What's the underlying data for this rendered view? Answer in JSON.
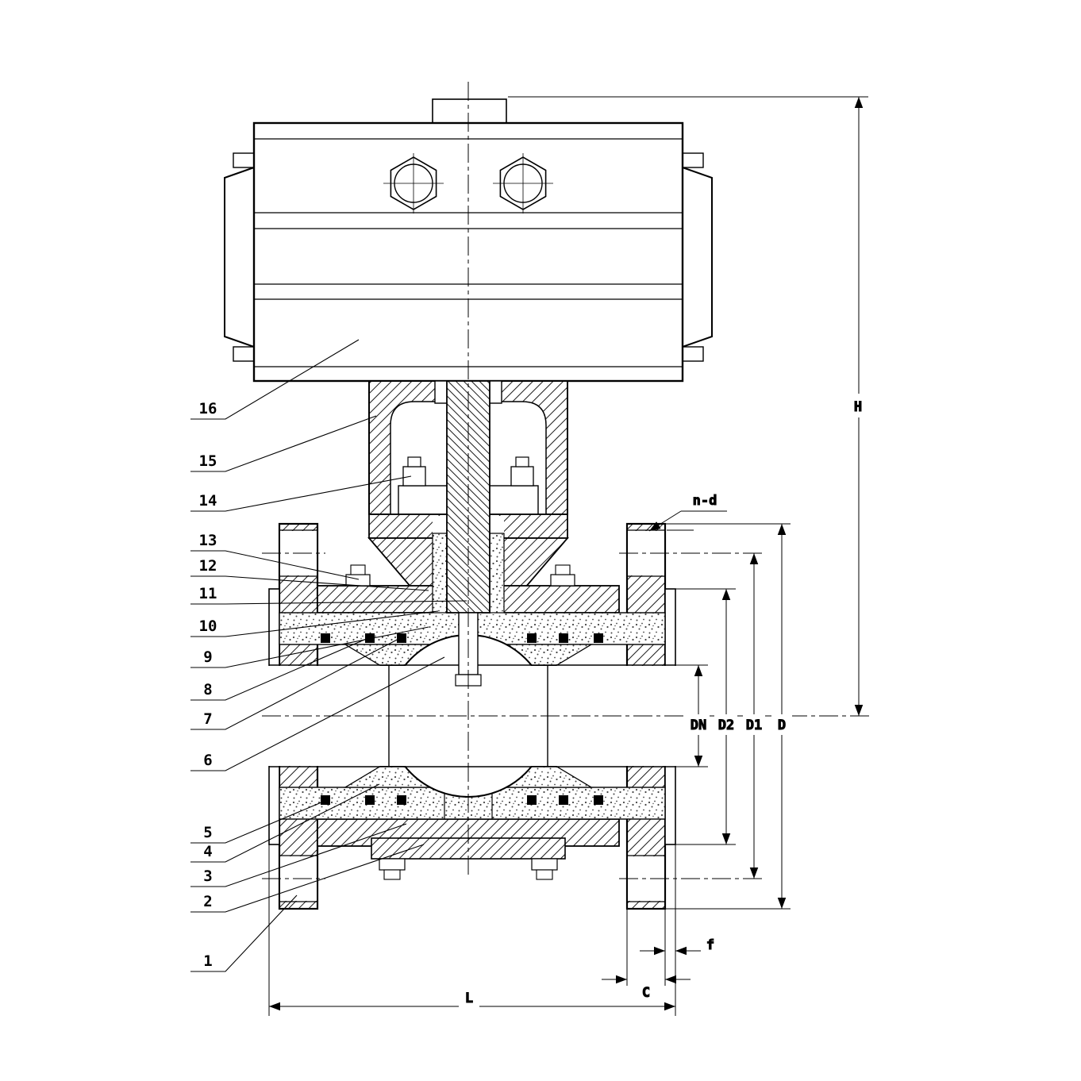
{
  "drawing": {
    "type": "technical-section-drawing",
    "subject": "pneumatic-actuated-ball-valve",
    "parts": {
      "p1": "1",
      "p2": "2",
      "p3": "3",
      "p4": "4",
      "p5": "5",
      "p6": "6",
      "p7": "7",
      "p8": "8",
      "p9": "9",
      "p10": "10",
      "p11": "11",
      "p12": "12",
      "p13": "13",
      "p14": "14",
      "p15": "15",
      "p16": "16"
    },
    "dims": {
      "H": "H",
      "L": "L",
      "C": "C",
      "f": "f",
      "n_d": "n-d",
      "DN": "DN",
      "D2": "D2",
      "D1": "D1",
      "D": "D"
    },
    "colors": {
      "line": "#000000",
      "background": "#ffffff"
    }
  }
}
